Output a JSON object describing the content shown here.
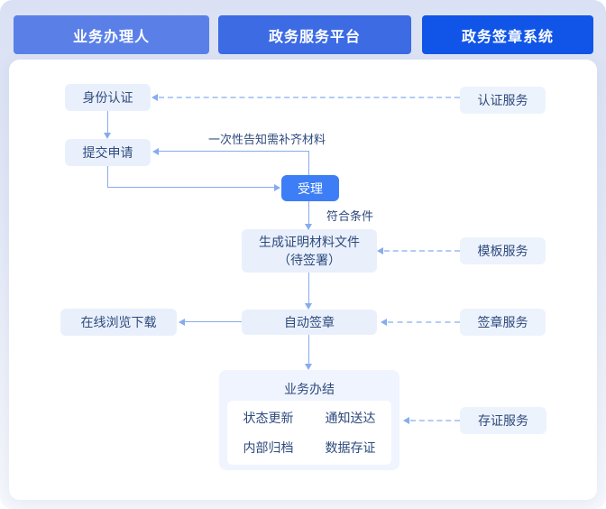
{
  "lanes": [
    {
      "label": "业务办理人",
      "color": "#5a80e8"
    },
    {
      "label": "政务服务平台",
      "color": "#3c6be4"
    },
    {
      "label": "政务签章系统",
      "color": "#1155e8"
    }
  ],
  "flow": {
    "identity": "身份认证",
    "submit": "提交申请",
    "accept": "受理",
    "generate_line1": "生成证明材料文件",
    "generate_line2": "（待签署）",
    "autosign": "自动签章",
    "browse": "在线浏览下载"
  },
  "completion": {
    "title": "业务办结",
    "items": [
      "状态更新",
      "通知送达",
      "内部归档",
      "数据存证"
    ]
  },
  "services": {
    "auth": "认证服务",
    "template": "模板服务",
    "sign": "签章服务",
    "evidence": "存证服务"
  },
  "edge_labels": {
    "notice": "一次性告知需补齐材料",
    "condition": "符合条件"
  },
  "colors": {
    "lane_applicant": "#5a80e8",
    "lane_platform": "#3c6be4",
    "lane_signature": "#1155e8",
    "accept_node": "#3d7ef7",
    "node_bg": "#e9f0fc",
    "service_bg": "#edf3fd",
    "text_navy": "#2e4a7d",
    "arrow_solid": "#86acee",
    "arrow_dashed": "#b3ccf4",
    "canvas_top": "#dae1f4",
    "canvas_bottom": "#f6f8fc"
  }
}
